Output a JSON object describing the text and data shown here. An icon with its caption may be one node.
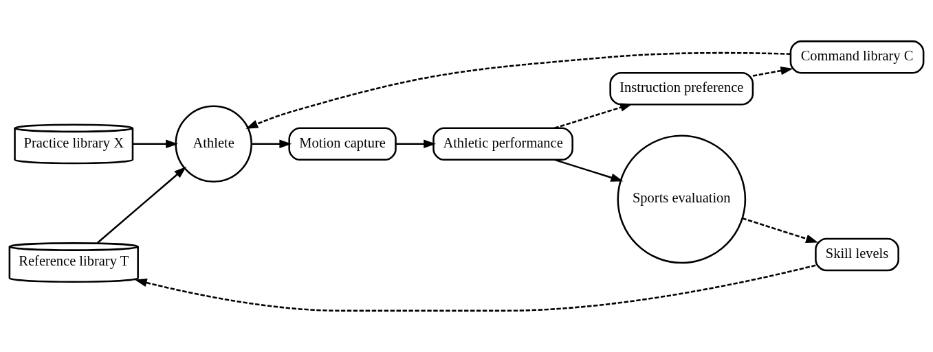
{
  "diagram": {
    "nodes": [
      {
        "text": [
          "Practice library X"
        ]
      },
      {
        "text": [
          "Reference library T"
        ]
      },
      {
        "text": [
          "Athlete"
        ]
      },
      {
        "text": [
          "Motion capture"
        ]
      },
      {
        "text": [
          "Athletic performance"
        ]
      },
      {
        "text": [
          "Sports evaluation"
        ]
      },
      {
        "text": [
          "Command library C"
        ]
      },
      {
        "text": [
          "Instruction preference"
        ]
      },
      {
        "text": [
          "Skill levels"
        ]
      }
    ],
    "edges": [
      {
        "from": 0,
        "to": 2,
        "arrow": "to"
      },
      {
        "from": 1,
        "to": 2,
        "arrow": "to"
      },
      {
        "from": 2,
        "to": 3,
        "arrow": "to"
      },
      {
        "from": 3,
        "to": 4,
        "arrow": "to"
      },
      {
        "from": 4,
        "to": 5,
        "arrow": "to"
      },
      {
        "from": 4,
        "to": 7,
        "arrow": "to",
        "style": "dashed"
      },
      {
        "from": 7,
        "to": 6,
        "arrow": "to",
        "style": "dashed"
      },
      {
        "from": 6,
        "to": 2,
        "arrow": "to",
        "style": "dashed"
      },
      {
        "from": 5,
        "to": 8,
        "arrow": "to",
        "style": "dashed"
      },
      {
        "from": 8,
        "to": 1,
        "arrow": "to",
        "style": "dashed"
      }
    ]
  }
}
